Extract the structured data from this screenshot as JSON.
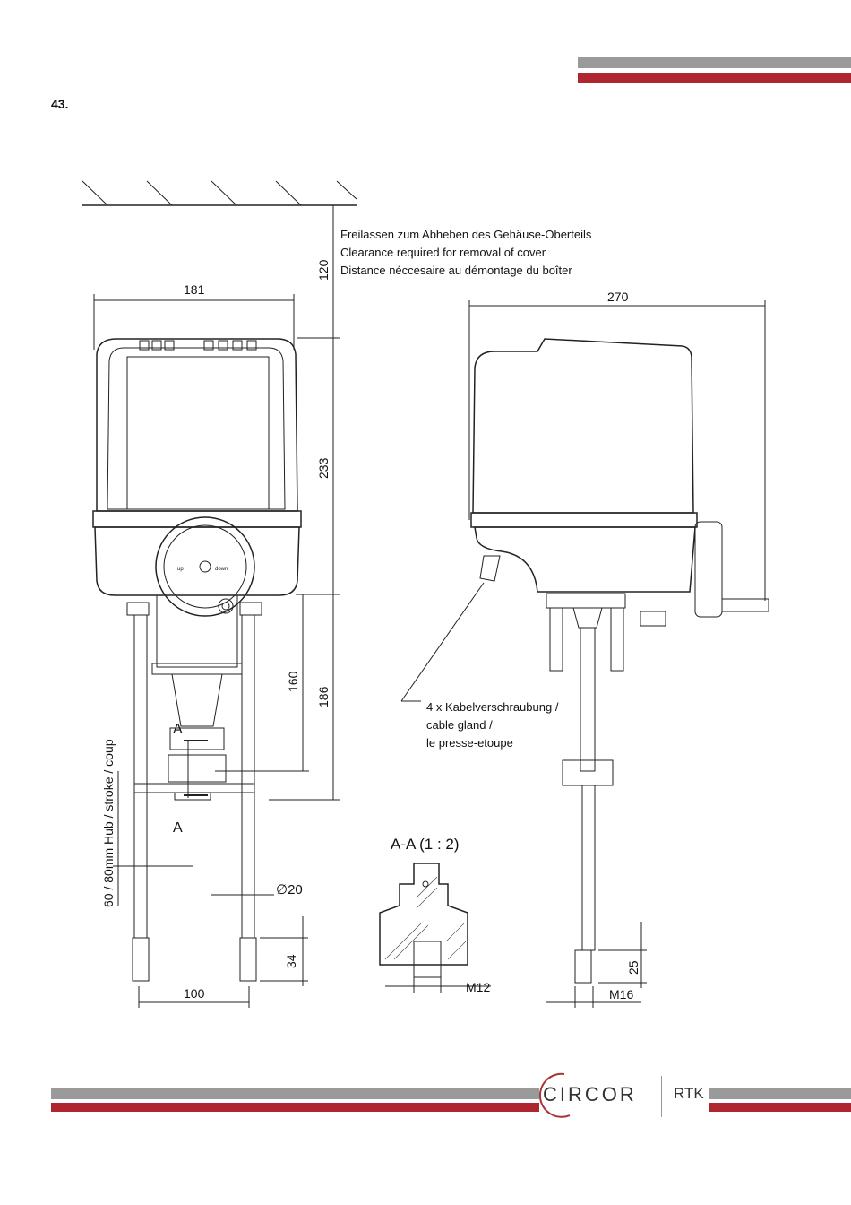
{
  "header": {
    "colors": {
      "gray": "#9a9a9a",
      "red": "#b0262e"
    }
  },
  "page_number": "43.",
  "drawing": {
    "clearance_note": [
      "Freilassen zum Abheben des Gehäuse-Oberteils",
      "Clearance required for removal of cover",
      "Distance néccesaire au démontage du boîter"
    ],
    "dimensions": {
      "width_front": "181",
      "width_side": "270",
      "clearance_height": "120",
      "housing_height": "233",
      "height_160": "160",
      "height_186": "186",
      "stroke": "60 / 80mm Hub / stroke / coup",
      "diameter": "∅20",
      "thread_length_left": "34",
      "column_spacing": "100",
      "thread_length_right": "25",
      "thread_right": "M16",
      "thread_section": "M12"
    },
    "section_marker": "A",
    "section_title": "A-A (1 : 2)",
    "knob_labels": {
      "up": "up",
      "down": "down"
    },
    "cable_gland_note": [
      "4 x Kabelverschraubung /",
      "cable gland /",
      "le presse-etoupe"
    ]
  },
  "footer": {
    "brand": "CIRCOR",
    "sub_brand": "RTK"
  }
}
